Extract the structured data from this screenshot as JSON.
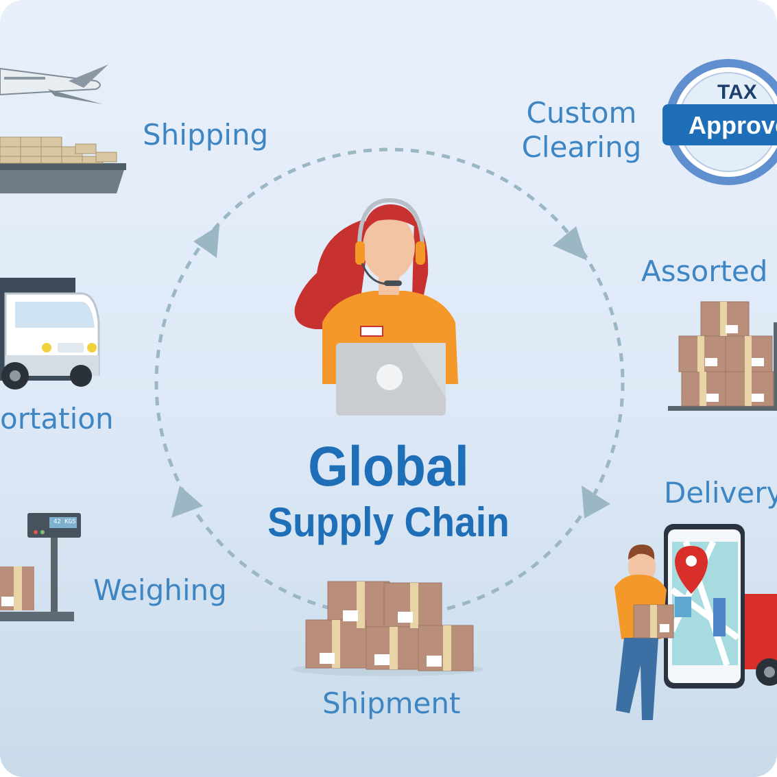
{
  "title": {
    "line1": "Global",
    "line2": "Supply Chain"
  },
  "stages": [
    {
      "label": "Shipping",
      "icon": "airplane-and-cargo-ship-icon"
    },
    {
      "label": "Custom\nClearing",
      "icon": "tax-approved-stamp-icon"
    },
    {
      "label": "Assorted",
      "icon": "stacked-boxes-icon"
    },
    {
      "label": "Delivery",
      "icon": "courier-with-phone-map-icon"
    },
    {
      "label": "Shipment",
      "icon": "parcel-pile-icon"
    },
    {
      "label": "Weighing",
      "icon": "weighing-scale-icon"
    },
    {
      "label": "ortation",
      "icon": "delivery-truck-icon"
    }
  ],
  "stamp": {
    "top_text": "TAX",
    "ribbon_text": "Approve"
  },
  "scale_display": "42 KGS",
  "center_figure": "call-center-agent-with-laptop-icon",
  "colors": {
    "label_blue": "#3d86c3",
    "title_blue": "#1f6fb8",
    "cycle_dash": "#9bb7c4",
    "box_brown": "#b98f7c",
    "agent_orange": "#f4982a",
    "hair_red": "#c7312f"
  }
}
